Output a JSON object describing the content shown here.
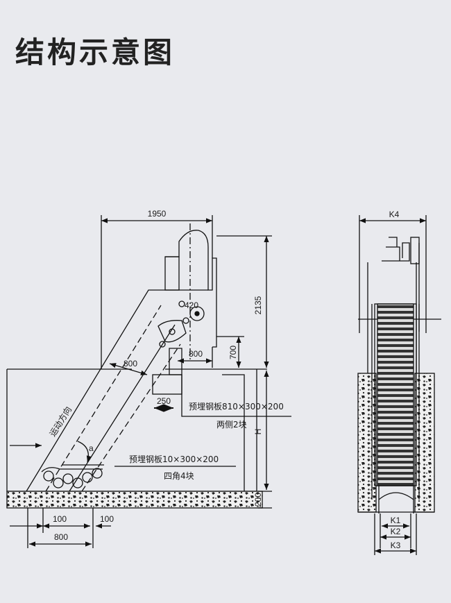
{
  "title": "结构示意图",
  "side_view": {
    "dim_top_width": "1950",
    "dim_height_upper": "2135",
    "dim_sprocket": "420",
    "dim_inner_height": "700",
    "dim_offset": "800",
    "dim_slant": "800",
    "dim_plate_width": "250",
    "dim_channel_depth": "H",
    "dim_base": "200",
    "dim_bottom_100_left": "100",
    "dim_bottom_100_right": "100",
    "dim_bottom_800": "800",
    "angle_label": "a",
    "flow_label": "运动方向",
    "note_plate_top_1": "预埋钢板810×300×200",
    "note_plate_top_2": "两侧2块",
    "note_plate_bottom_1": "预埋钢板10×300×200",
    "note_plate_bottom_2": "四角4块"
  },
  "front_view": {
    "dim_k4": "K4",
    "dim_k1": "K1",
    "dim_k2": "K2",
    "dim_k3": "K3"
  }
}
